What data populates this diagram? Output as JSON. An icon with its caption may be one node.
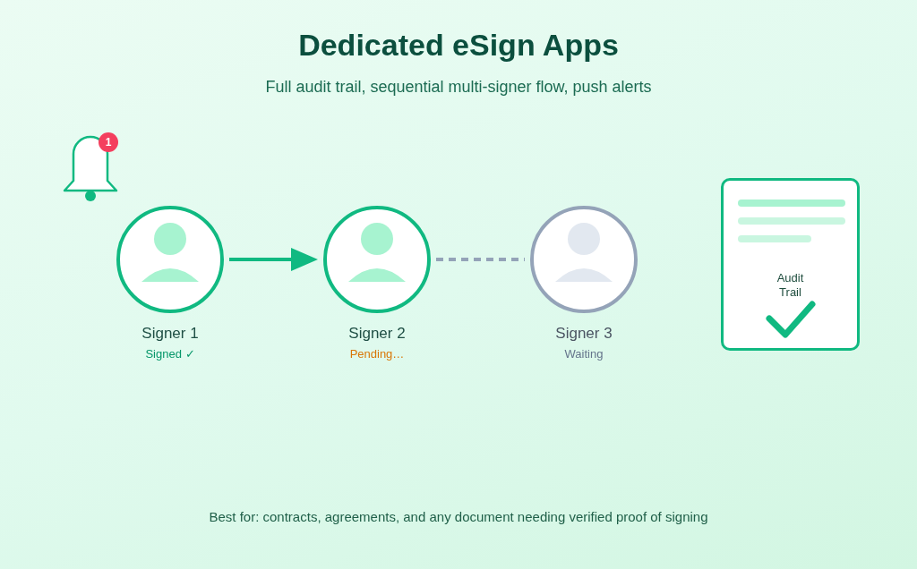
{
  "diagram": {
    "title": "Dedicated eSign Apps",
    "caption": "Best for: contracts, agreements, and any document needing verified proof of signing",
    "nodes": [
      {
        "text": [
          "Signer 1"
        ],
        "beside": [
          "Signed ✓"
        ]
      },
      {
        "text": [
          "Signer 2"
        ],
        "beside": [
          "Pending…"
        ]
      },
      {
        "text": [
          "Signer 3"
        ],
        "beside": [
          "Waiting"
        ]
      },
      {
        "text": [
          "Audit Trail"
        ]
      }
    ],
    "edges": [
      {
        "from": 0,
        "to": 1,
        "arrow": "to"
      },
      {
        "from": 1,
        "to": 2,
        "arrow": "none",
        "style": "dashed",
        "color": "#94a3b8"
      }
    ],
    "labels": [
      "Full audit trail, sequential multi-signer flow, push alerts",
      "1"
    ]
  }
}
